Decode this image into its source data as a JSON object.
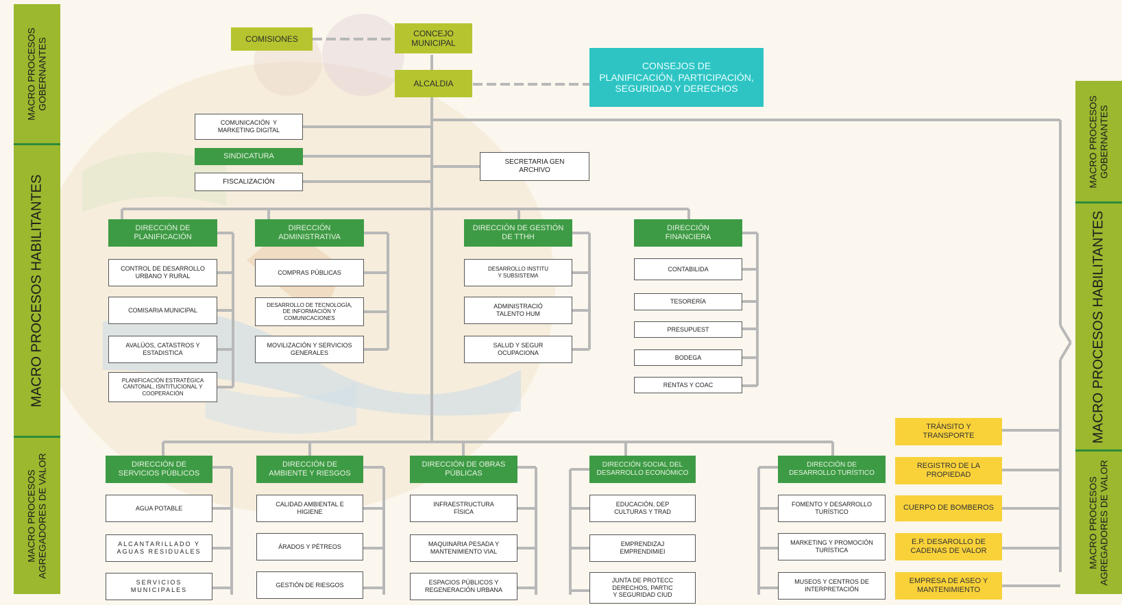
{
  "governance": {
    "comisiones": "COMISIONES",
    "concejo": "CONCEJO\nMUNICIPAL",
    "alcaldia": "ALCALDIA",
    "consejos": "CONSEJOS DE\nPLANIFICACIÓN, PARTICIPACIÓN,\nSEGURIDAD Y DERECHOS"
  },
  "support": {
    "comunicacion": "COMUNICACIÓN  Y\nMARKETING DIGITAL",
    "sindicatura": "SINDICATURA",
    "fiscalizacion": "FISCALIZACIÓN",
    "secretaria": "SECRETARIA GEN\nARCHIVO"
  },
  "directions_top": [
    {
      "title": "DIRECCIÓN DE\nPLANIFICACIÓN",
      "items": [
        "CONTROL DE DESARROLLO\nURBANO Y RURAL",
        "COMISARIA MUNICIPAL",
        "AVALÚOS, CATASTROS Y\nESTADISTICA",
        "PLANIFICACIÓN ESTRATÉGICA\nCANTONAL, ISNTITUCIONAL Y\nCOOPERACIÓN"
      ]
    },
    {
      "title": "DIRECCIÓN\nADMINISTRATIVA",
      "items": [
        "COMPRAS PÚBLICAS",
        "DESARROLLO DE TECNOLOGÍA,\nDE INFORMACIÓN Y\nCOMUNICACIONES",
        "MOVILIZACIÓN Y SERVICIOS\nGENERALES"
      ]
    },
    {
      "title": "DIRECCIÓN DE GESTIÓN\nDE TTHH",
      "items": [
        "DESARROLLO INSTITU\nY SUBSISTEMA",
        "ADMINISTRACIÓ\nTALENTO HUM",
        "SALUD Y SEGUR\nOCUPACIONA"
      ]
    },
    {
      "title": "DIRECCIÓN\nFINANCIERA",
      "items": [
        "CONTABILIDA",
        "TESORERÍA",
        "PRESUPUEST",
        "BODEGA",
        "RENTAS Y COAC"
      ]
    }
  ],
  "directions_bottom": [
    {
      "title": "DIRECCIÓN DE\nSERVICIOS PÚBLICOS",
      "items": [
        "AGUA POTABLE",
        "ALCANTARILLADO Y\nAGUAS RESIDUALES",
        "SERVICIOS\nMUNICIPALES"
      ]
    },
    {
      "title": "DIRECCIÓN DE\nAMBIENTE Y RIESGOS",
      "items": [
        "CALIDAD AMBIENTAL E\nHIGIENE",
        "ÁRADOS Y PÉTREOS",
        "GESTIÓN DE RIESGOS"
      ]
    },
    {
      "title": "DIRECCIÓN DE OBRAS\nPÚBLICAS",
      "items": [
        "INFRAESTRUCTURA\nFÍSICA",
        "MAQUINARIA PESADA Y\nMANTENIMIENTO VIAL",
        "ESPACIOS PÚBLICOS Y\nREGENERACIÓN URBANA"
      ]
    },
    {
      "title": "DIRECCIÓN SOCIAL DEL\nDESARROLLO ECONÓMICO",
      "items": [
        "EDUCACIÓN, DEP\nCULTURAS Y TRAD",
        "EMPRENDIZAJ\nEMPRENDIMIEI",
        "JUNTA DE PROTECC\nDERECHOS, PARTIC\nY SEGURIDAD CIUD"
      ]
    },
    {
      "title": "DIRECCIÓN DE\nDESARROLLO TURÍSTICO",
      "items": [
        "FOMENTO Y DESARROLLO\nTURÍSTICO",
        "MARKETING Y PROMOCIÓN\nTURÍSTICA",
        "MUSEOS Y CENTROS DE\nINTERPRETACIÓN"
      ]
    }
  ],
  "adscritas": [
    "TRÁNSITO Y\nTRANSPORTE",
    "REGISTRO DE LA\nPROPIEDAD",
    "CUERPO DE BOMBEROS",
    "E.P. DESAROLLO DE\nCADENAS DE VALOR",
    "EMPRESA DE ASEO Y\nMANTENIMIENTO"
  ],
  "bands": {
    "left": [
      "MACRO PROCESOS\nGOBERNANTES",
      "MACRO PROCESOS HABILITANTES",
      "MACRO PROCESOS\nAGREGADORES DE VALOR"
    ],
    "right": [
      "MACRO PROCESOS\nGOBERNANTES",
      "MACRO PROCESOS HABILITANTES",
      "MACRO PROCESOS\nAGREGADORES DE VALOR"
    ]
  },
  "colors": {
    "green": "#3e9b45",
    "olive": "#b6c52f",
    "yellow": "#f9d23a",
    "teal": "#2ec4c4",
    "band": "#9bb82f",
    "line": "#b8b8b8"
  }
}
